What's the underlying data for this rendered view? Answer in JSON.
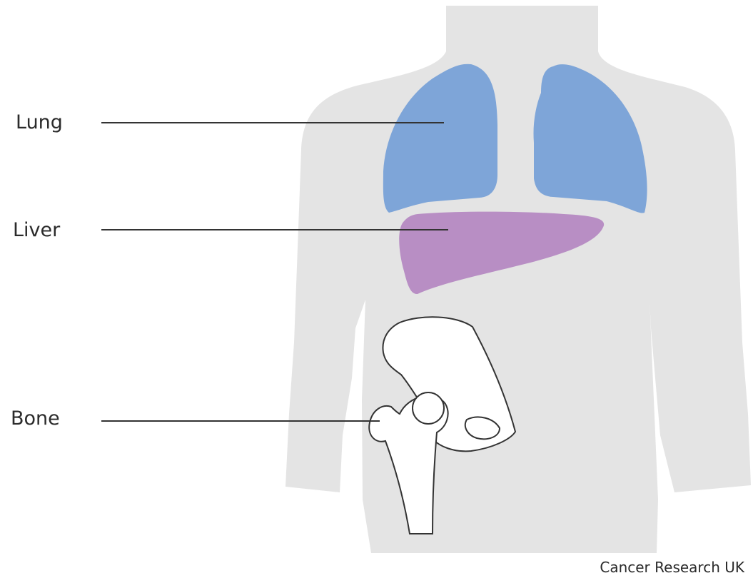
{
  "labels": {
    "lung": "Lung",
    "liver": "Liver",
    "bone": "Bone"
  },
  "credit": "Cancer Research UK",
  "colors": {
    "body": "#e4e4e4",
    "lung": "#7ea5d8",
    "liver": "#b88ec4",
    "bone_fill": "#ffffff",
    "bone_stroke": "#333333",
    "leader_line": "#333333",
    "text": "#2b2b2b"
  }
}
